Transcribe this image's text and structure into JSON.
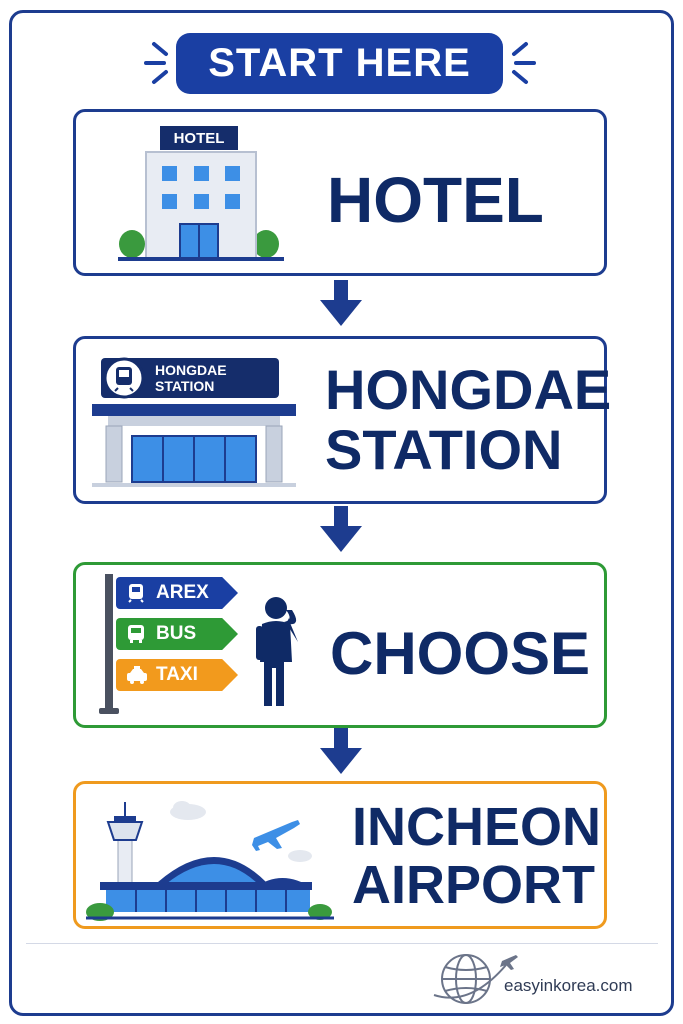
{
  "badge": {
    "label": "START HERE"
  },
  "steps": [
    {
      "label_line1": "HOTEL",
      "illustration_sign": "HOTEL"
    },
    {
      "label_line1": "HONGDAE",
      "label_line2": "STATION",
      "illustration_sign": "HONGDAE STATION"
    },
    {
      "label_line1": "CHOOSE",
      "options": [
        "AREX",
        "BUS",
        "TAXI"
      ]
    },
    {
      "label_line1": "INCHEON",
      "label_line2": "AIRPORT"
    }
  ],
  "footer": {
    "site": "easyinkorea.com"
  },
  "colors": {
    "navy": "#1d3c8f",
    "badge_blue": "#1a3fa3",
    "text_navy": "#0f2a66",
    "choose_border": "#2e9a36",
    "airport_border": "#ef9a1e",
    "arex": "#1a3fa3",
    "bus": "#2e9a36",
    "taxi": "#f29a1d"
  },
  "icons": [
    "sparkle-icon",
    "hotel-building-icon",
    "train-icon",
    "station-building-icon",
    "bus-icon",
    "taxi-icon",
    "signpost-icon",
    "thinking-person-icon",
    "control-tower-icon",
    "airport-terminal-icon",
    "airplane-icon",
    "cloud-icon",
    "down-arrow-icon",
    "globe-plane-icon"
  ]
}
